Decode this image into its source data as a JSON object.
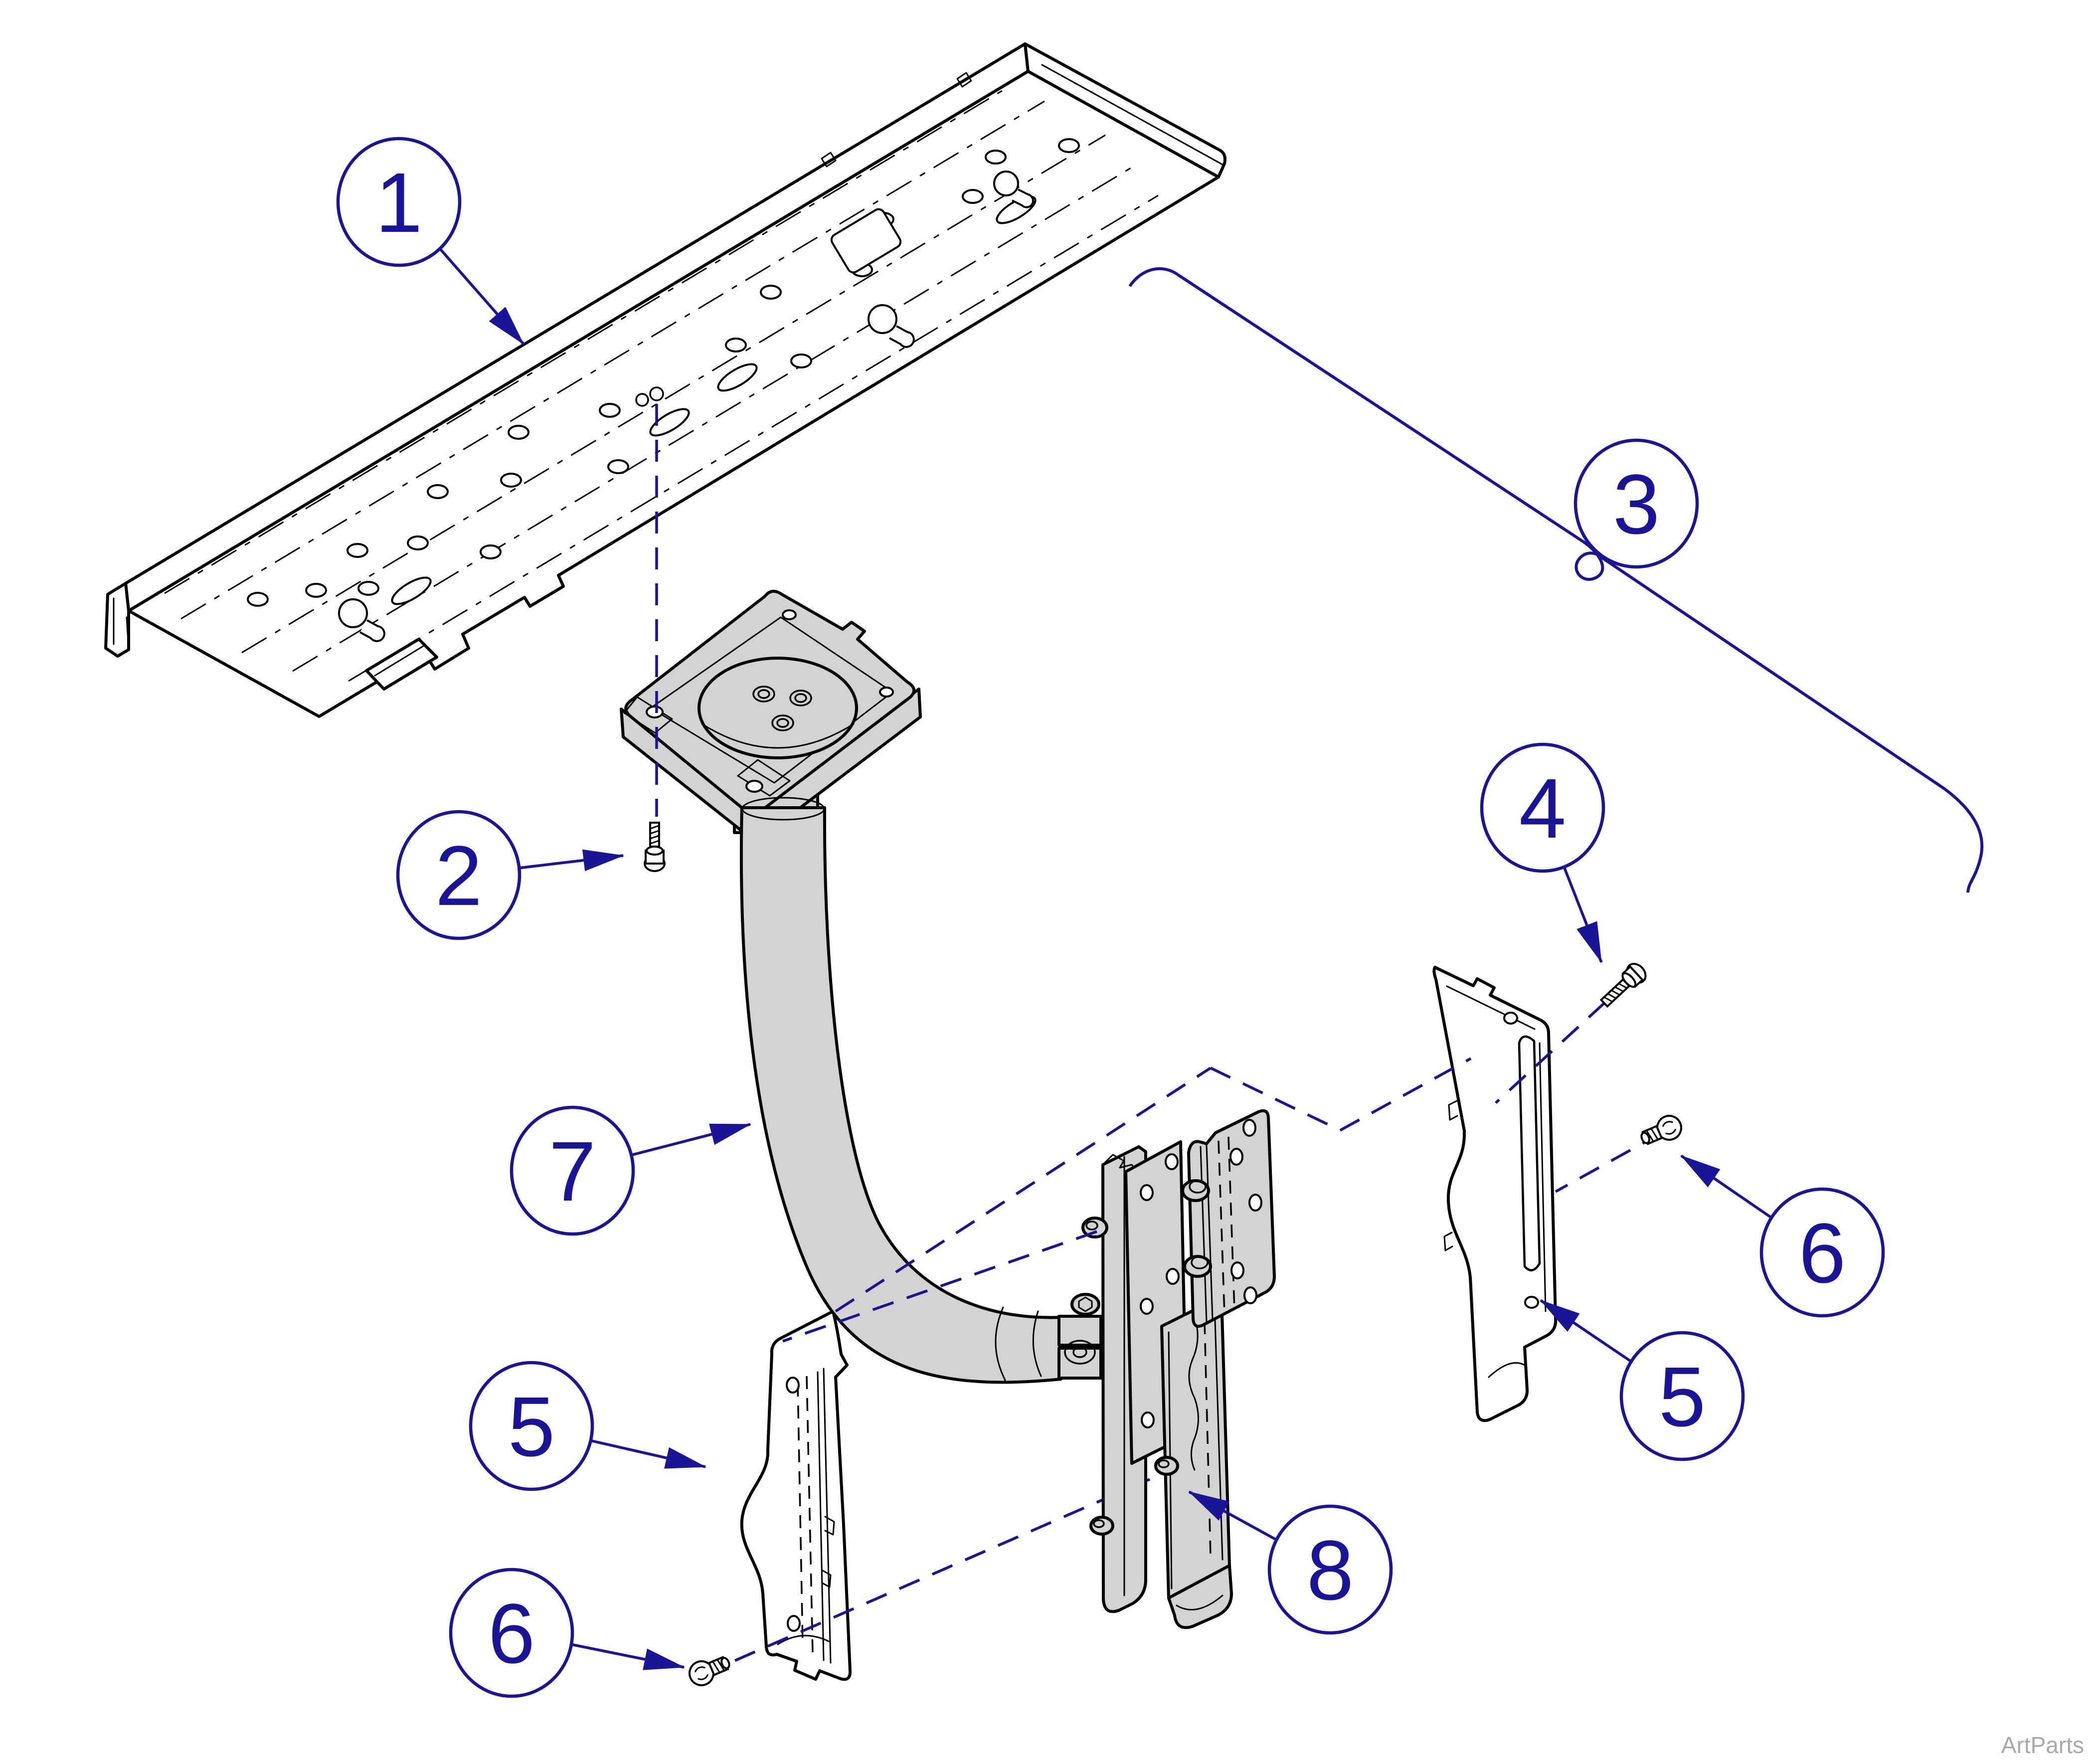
{
  "diagram": {
    "kind": "exploded-parts-diagram",
    "description": "Isometric exploded view of an overhead mounting assembly: long mounting rail, swivel plate with curved support arm, monitor bracket, two cover shells and fastener screws"
  },
  "callouts": [
    {
      "id": "callout-1",
      "label": "1"
    },
    {
      "id": "callout-2",
      "label": "2"
    },
    {
      "id": "callout-3",
      "label": "3"
    },
    {
      "id": "callout-4",
      "label": "4"
    },
    {
      "id": "callout-5-left",
      "label": "5"
    },
    {
      "id": "callout-6-left",
      "label": "6"
    },
    {
      "id": "callout-7",
      "label": "7"
    },
    {
      "id": "callout-8",
      "label": "8"
    },
    {
      "id": "callout-5-right",
      "label": "5"
    },
    {
      "id": "callout-6-right",
      "label": "6"
    }
  ],
  "watermark": {
    "text": "ArtParts",
    "color": "#a9a9a9"
  },
  "colors": {
    "callout_blue": "#1a1596",
    "line_black": "#000000",
    "part_gray_fill": "#d3d3d3",
    "background": "#ffffff"
  }
}
